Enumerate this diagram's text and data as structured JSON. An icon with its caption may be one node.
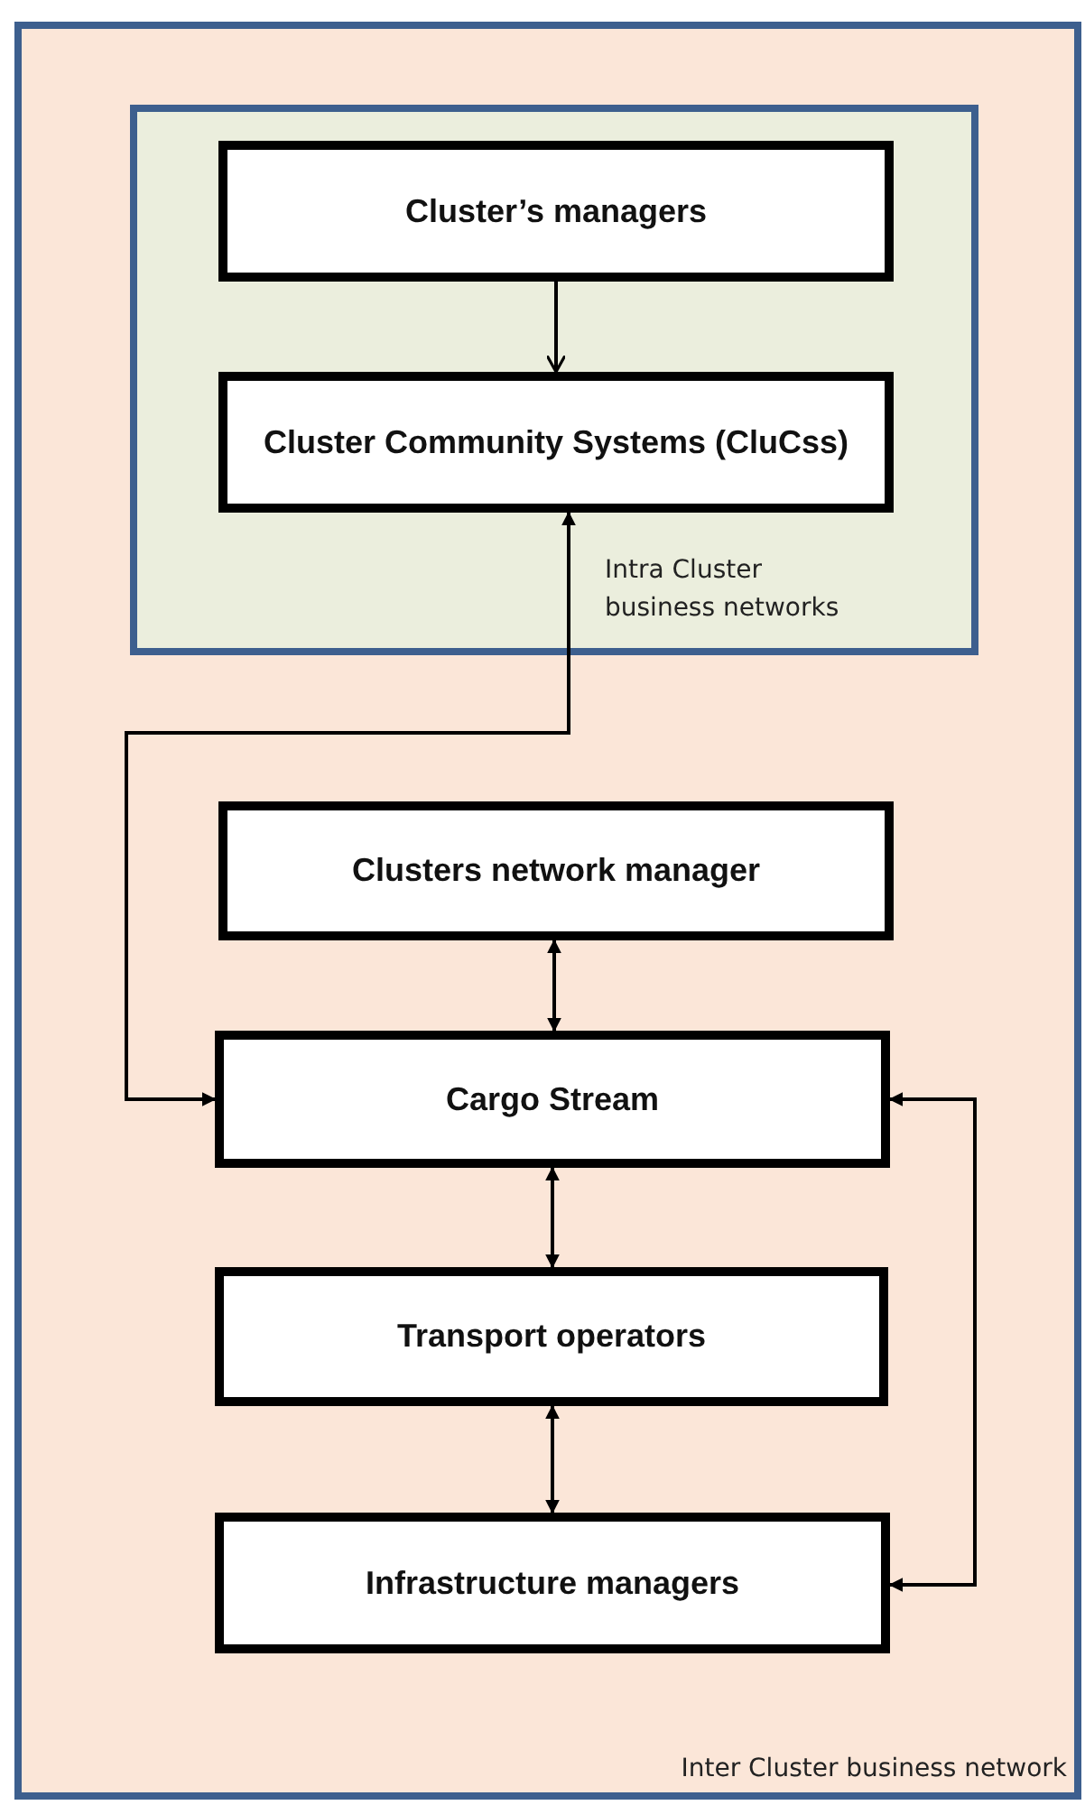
{
  "diagram": {
    "nodes": [
      {
        "text": [
          "Inter Cluster business network"
        ]
      },
      {
        "text": [
          "Intra Cluster business networks"
        ],
        "in": 0
      },
      {
        "text": [
          "Cluster’s managers"
        ],
        "in": 1
      },
      {
        "text": [
          "Cluster Community Systems (CluCss)"
        ],
        "in": 1
      },
      {
        "text": [
          "Clusters network manager"
        ],
        "in": 0
      },
      {
        "text": [
          "Cargo Stream"
        ],
        "in": 0
      },
      {
        "text": [
          "Transport operators"
        ],
        "in": 0
      },
      {
        "text": [
          "Infrastructure managers"
        ],
        "in": 0
      }
    ],
    "edges": [
      {
        "from": 2,
        "to": 3,
        "arrow": "to"
      },
      {
        "from": 3,
        "to": 5,
        "arrow": "both"
      },
      {
        "from": 4,
        "to": 5,
        "arrow": "both"
      },
      {
        "from": 5,
        "to": 6,
        "arrow": "both"
      },
      {
        "from": 6,
        "to": 7,
        "arrow": "both"
      },
      {
        "from": 5,
        "to": 7,
        "arrow": "both"
      }
    ]
  }
}
